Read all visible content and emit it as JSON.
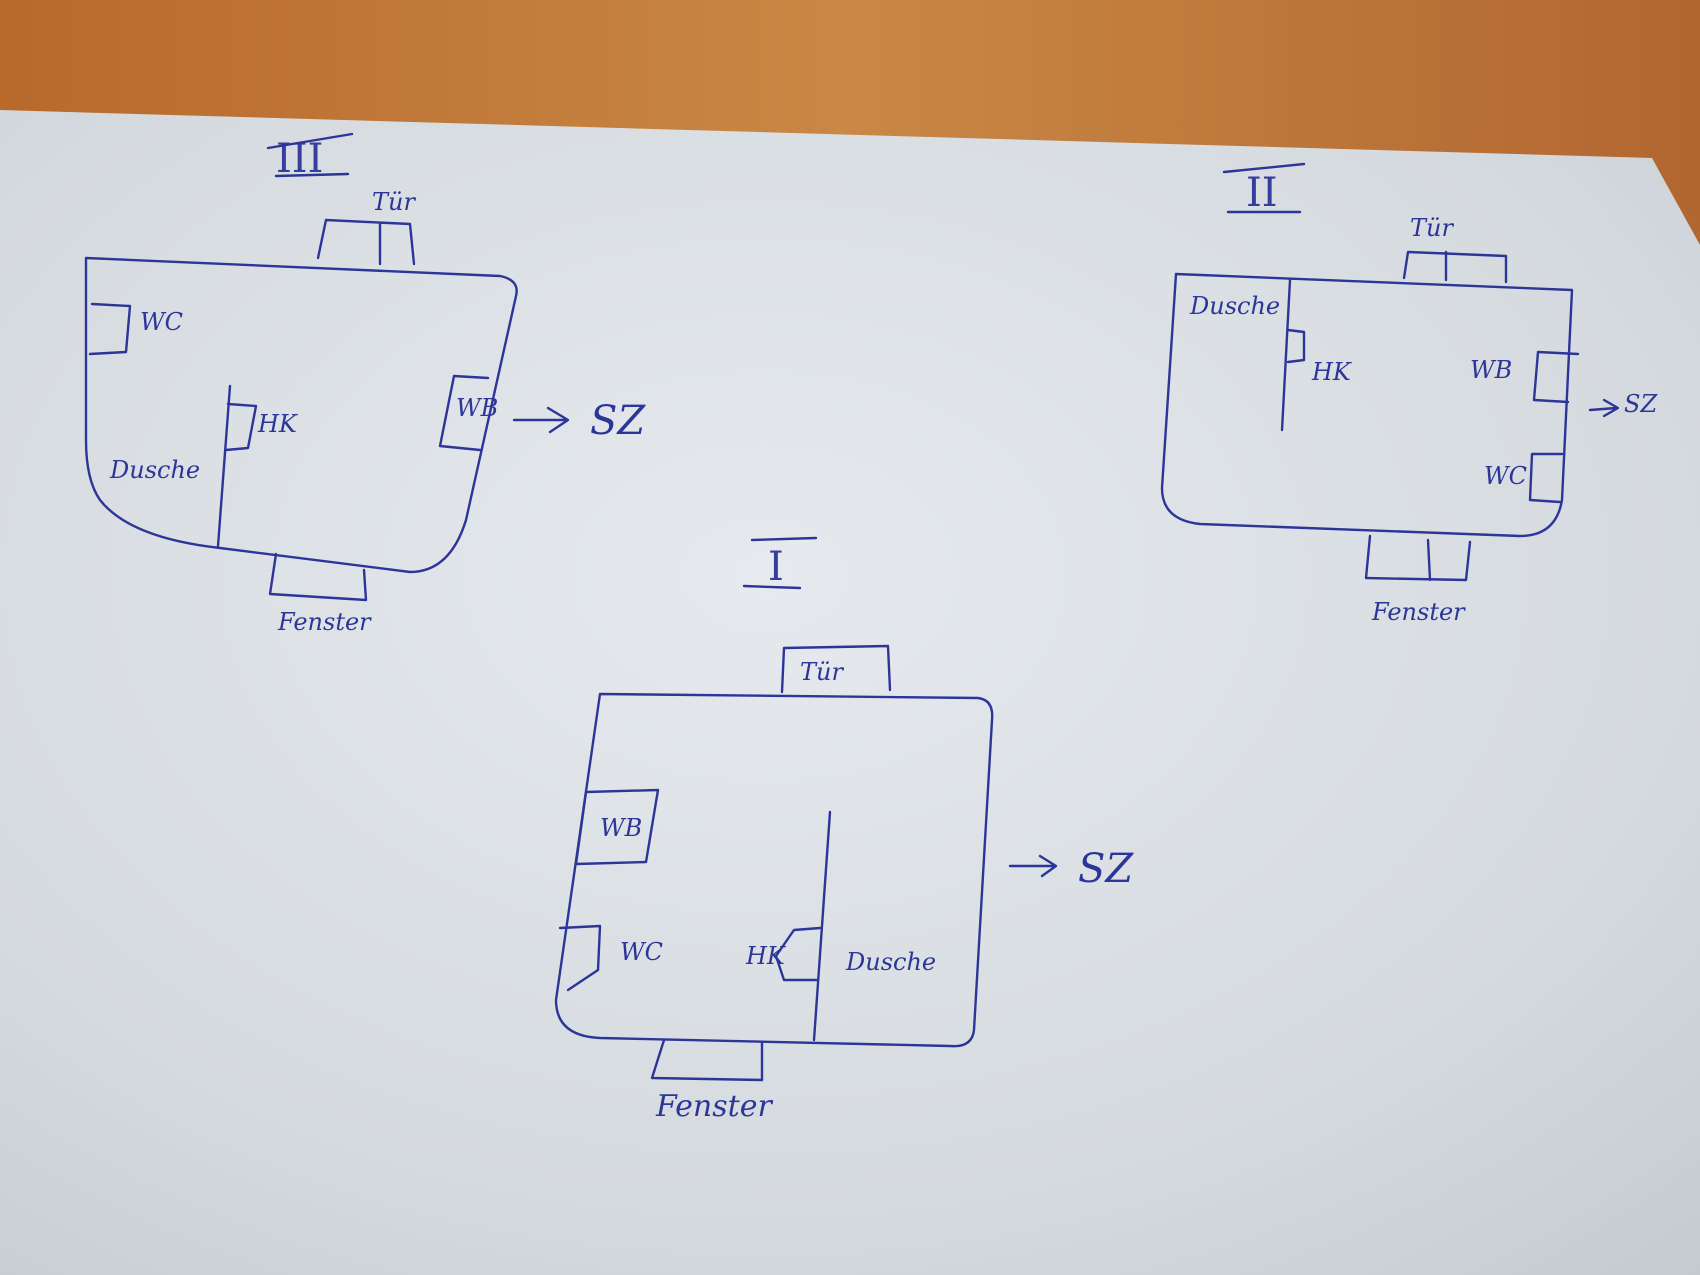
{
  "colors": {
    "ink": "#2c3598",
    "paper": "#dfe3e7",
    "table": "#c27a3a"
  },
  "plans": {
    "plan_3": {
      "numeral": "III",
      "door": "Tür",
      "window": "Fenster",
      "toilet": "WC",
      "shower": "Dusche",
      "radiator": "HK",
      "washbasin": "WB",
      "arrow_target": "SZ"
    },
    "plan_2": {
      "numeral": "II",
      "door": "Tür",
      "window": "Fenster",
      "toilet": "WC",
      "shower": "Dusche",
      "radiator": "HK",
      "washbasin": "WB",
      "arrow_target": "SZ"
    },
    "plan_1": {
      "numeral": "I",
      "door": "Tür",
      "window": "Fenster",
      "toilet": "WC",
      "shower": "Dusche",
      "radiator": "HK",
      "washbasin": "WB",
      "arrow_target": "SZ"
    }
  }
}
